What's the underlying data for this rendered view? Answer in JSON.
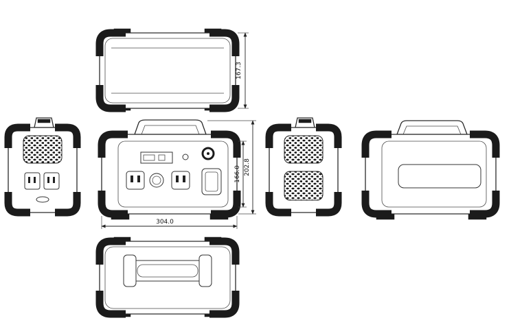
{
  "drawing": {
    "dims": {
      "depth": "167.3",
      "panel_height": "166.0",
      "total_height": "202.8",
      "width": "304.0"
    },
    "colors": {
      "ink": "#1b1b1b"
    }
  }
}
